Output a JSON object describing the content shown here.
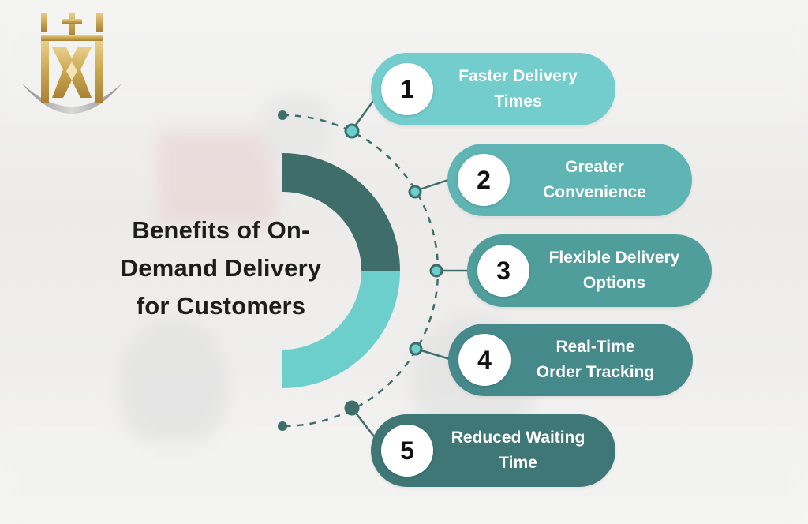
{
  "title": {
    "line1": "Benefits of On-",
    "line2": "Demand Delivery",
    "line3": "for Customers"
  },
  "logo": {
    "icon": "crown-monogram-logo"
  },
  "colors": {
    "arc_dark": "#3f6e6a",
    "arc_light": "#6ccfcc",
    "pill_1": "#72cdcc",
    "pill_2": "#5fb5b3",
    "pill_3": "#4f9e9b",
    "pill_4": "#46898a",
    "pill_5": "#3e7775",
    "connector": "#3f6e6a",
    "dot": "#3f6e6a"
  },
  "items": [
    {
      "number": "1",
      "line1": "Faster Delivery",
      "line2": "Times"
    },
    {
      "number": "2",
      "line1": "Greater",
      "line2": "Convenience"
    },
    {
      "number": "3",
      "line1": "Flexible Delivery",
      "line2": "Options"
    },
    {
      "number": "4",
      "line1": "Real-Time",
      "line2": "Order Tracking"
    },
    {
      "number": "5",
      "line1": "Reduced Waiting",
      "line2": "Time"
    }
  ]
}
